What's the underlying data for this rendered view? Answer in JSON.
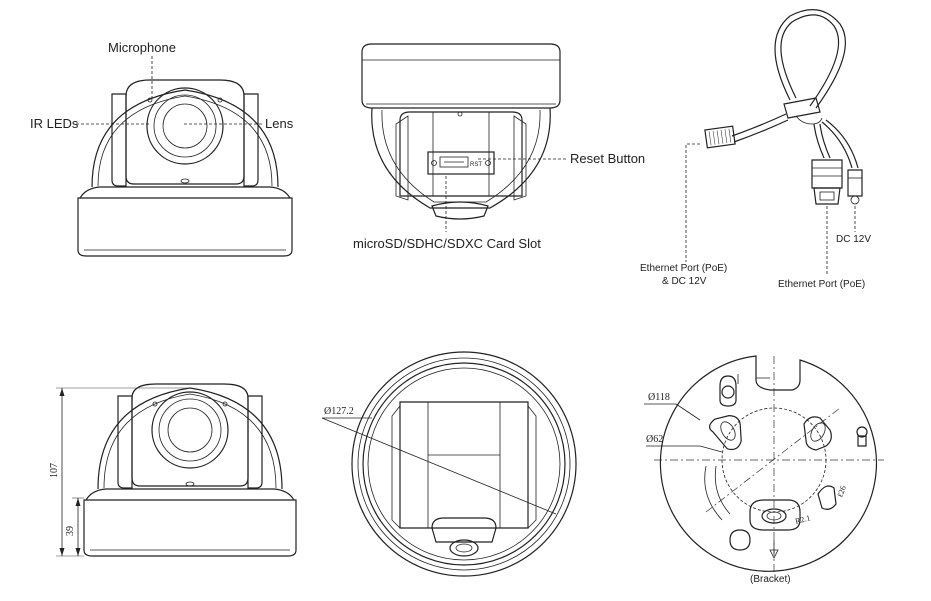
{
  "labels": {
    "microphone": "Microphone",
    "ir_leds": "IR LEDs",
    "lens": "Lens",
    "reset_button": "Reset Button",
    "card_slot": "microSD/SDHC/SDXC Card Slot",
    "rst": "RST",
    "ethernet_poe_dc_line1": "Ethernet Port (PoE)",
    "ethernet_poe_dc_line2": "& DC 12V",
    "dc_12v": "DC 12V",
    "ethernet_poe": "Ethernet Port (PoE)",
    "bracket": "(Bracket)"
  },
  "dimensions": {
    "height_total": "107",
    "height_base": "39",
    "diameter_dome": "Ø127.2",
    "diameter_bracket": "Ø118",
    "diameter_inner": "Ø62",
    "slot_length": "ℓ26",
    "hole_radius": "R2.1"
  }
}
